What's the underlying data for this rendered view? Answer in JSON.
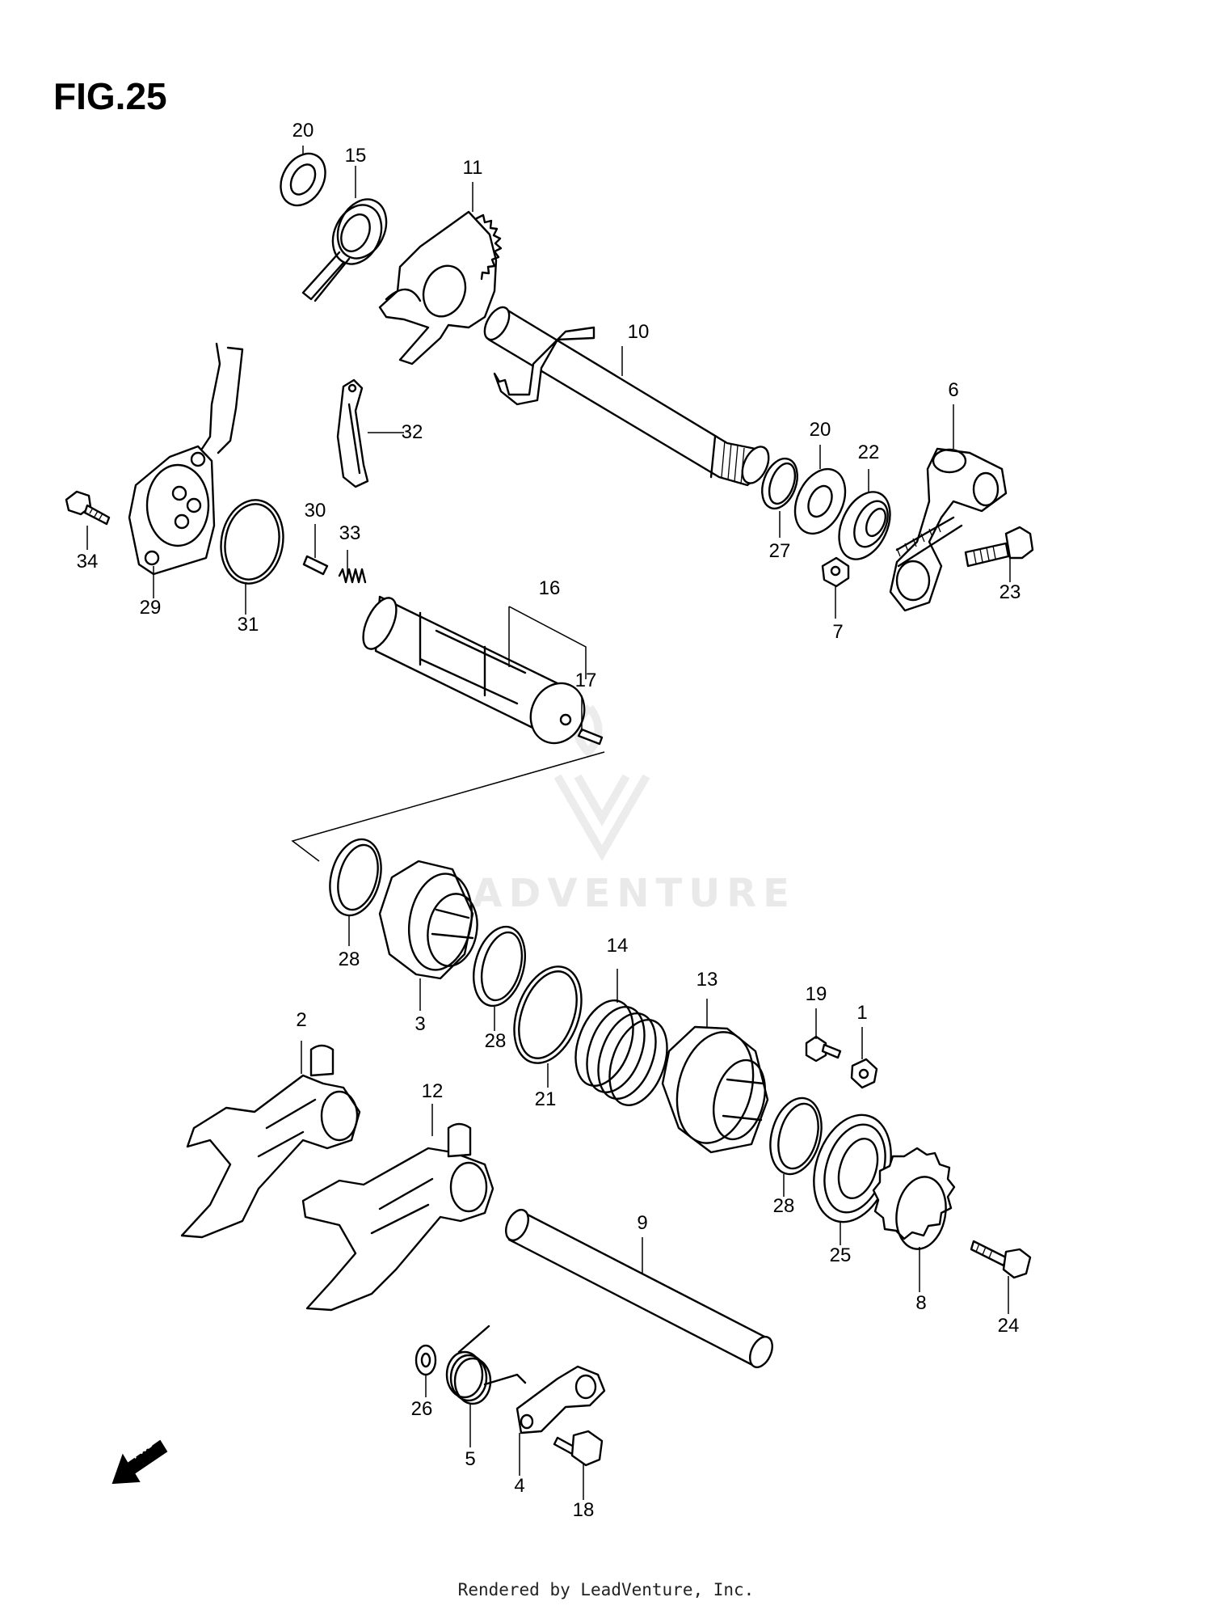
{
  "figure": {
    "title": "FIG.25"
  },
  "callouts": [
    "20",
    "15",
    "11",
    "10",
    "32",
    "6",
    "20",
    "22",
    "34",
    "29",
    "31",
    "30",
    "33",
    "27",
    "7",
    "23",
    "16",
    "17",
    "28",
    "3",
    "14",
    "28",
    "21",
    "13",
    "19",
    "1",
    "2",
    "12",
    "28",
    "25",
    "8",
    "9",
    "24",
    "26",
    "5",
    "4",
    "18"
  ],
  "watermark": {
    "text": "LEADVENTURE"
  },
  "footer": {
    "text": "Rendered by LeadVenture, Inc."
  },
  "fwd_badge": {
    "text": "FWD"
  },
  "colors": {
    "line": "#000000",
    "background": "#ffffff",
    "watermark": "#e9e9e9"
  }
}
